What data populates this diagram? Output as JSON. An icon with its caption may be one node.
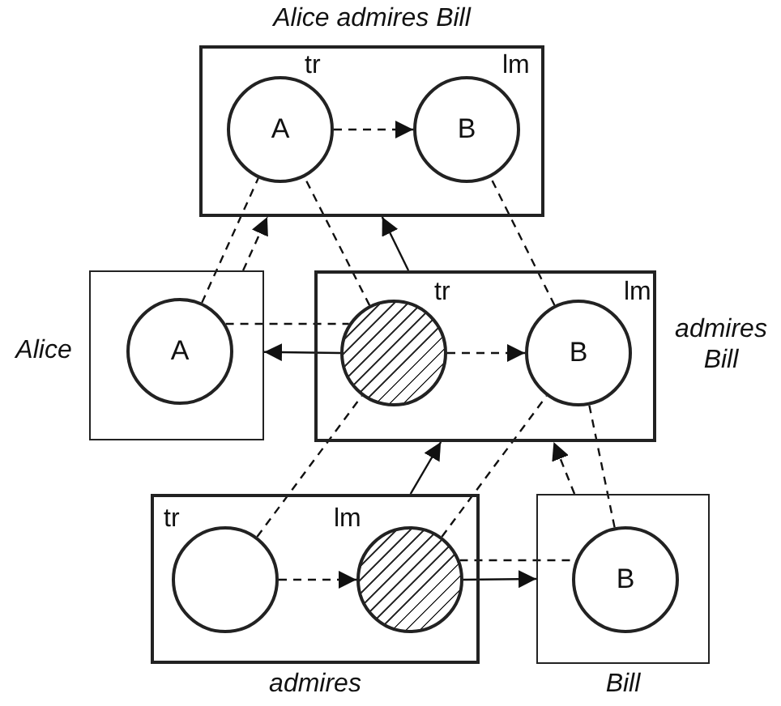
{
  "diagram": {
    "nodes": [
      {
        "text": [
          "Alice admires Bill"
        ]
      },
      {
        "text": [
          "A"
        ],
        "in": 0,
        "beside": [
          "tr"
        ]
      },
      {
        "text": [
          "B"
        ],
        "in": 0,
        "beside": [
          "lm"
        ]
      },
      {
        "text": [
          "Alice"
        ]
      },
      {
        "text": [
          "A"
        ],
        "in": 3
      },
      {
        "text": [
          "admires Bill"
        ]
      },
      {
        "text": [],
        "shape": "circle",
        "in": 5,
        "beside": [
          "tr"
        ]
      },
      {
        "text": [
          "B"
        ],
        "in": 5,
        "beside": [
          "lm"
        ]
      },
      {
        "text": [
          "admires"
        ]
      },
      {
        "text": [],
        "shape": "circle",
        "in": 8,
        "beside": [
          "tr"
        ]
      },
      {
        "text": [],
        "shape": "circle",
        "in": 8,
        "beside": [
          "lm"
        ]
      },
      {
        "text": [
          "Bill"
        ]
      },
      {
        "text": [
          "B"
        ],
        "in": 11
      }
    ],
    "edges": [
      {
        "from": 1,
        "to": 2,
        "arrow": "to",
        "style": "dashed"
      },
      {
        "from": 4,
        "to": 1,
        "arrow": "none",
        "style": "dashed"
      },
      {
        "from": 6,
        "to": 1,
        "arrow": "none",
        "style": "dashed"
      },
      {
        "from": 7,
        "to": 2,
        "arrow": "none",
        "style": "dashed"
      },
      {
        "from": 4,
        "to": 6,
        "arrow": "none",
        "style": "dashed"
      },
      {
        "from": 9,
        "to": 6,
        "arrow": "none",
        "style": "dashed"
      },
      {
        "from": 10,
        "to": 7,
        "arrow": "none",
        "style": "dashed"
      },
      {
        "from": 10,
        "to": 12,
        "arrow": "none",
        "style": "dashed"
      },
      {
        "from": 12,
        "to": 7,
        "arrow": "none",
        "style": "dashed"
      },
      {
        "from": 3,
        "to": 0,
        "arrow": "to",
        "style": "dashed"
      },
      {
        "from": 5,
        "to": 0,
        "arrow": "to"
      },
      {
        "from": 6,
        "to": 3,
        "arrow": "to"
      },
      {
        "from": 6,
        "to": 7,
        "arrow": "to",
        "style": "dashed"
      },
      {
        "from": 8,
        "to": 5,
        "arrow": "to"
      },
      {
        "from": 11,
        "to": 5,
        "arrow": "to",
        "style": "dashed"
      },
      {
        "from": 9,
        "to": 10,
        "arrow": "to",
        "style": "dashed"
      },
      {
        "from": 10,
        "to": 11,
        "arrow": "to"
      }
    ]
  }
}
